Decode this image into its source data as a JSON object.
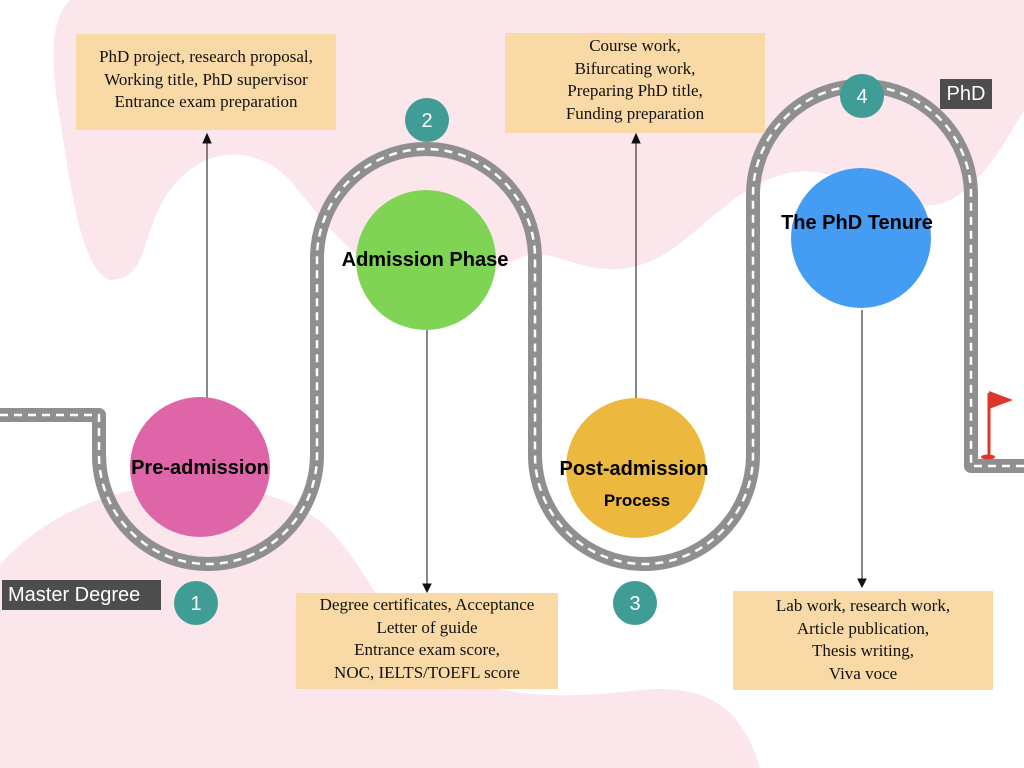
{
  "milestones": {
    "start_label": "Master Degree",
    "end_label": "PhD"
  },
  "phases": [
    {
      "number": "1",
      "title": "Pre-admission",
      "subtitle": "",
      "color": "#de66a8"
    },
    {
      "number": "2",
      "title": "Admission Phase",
      "subtitle": "",
      "color": "#80d455"
    },
    {
      "number": "3",
      "title": "Post-admission",
      "subtitle": "Process",
      "color": "#ecb93e"
    },
    {
      "number": "4",
      "title": "The PhD Tenure",
      "subtitle": "",
      "color": "#459df3"
    }
  ],
  "notes": {
    "pre_admission": [
      "PhD project, research proposal,",
      "Working title, PhD supervisor",
      "Entrance exam preparation"
    ],
    "admission": [
      "Degree certificates, Acceptance",
      "Letter of guide",
      "Entrance exam score,",
      "NOC, IELTS/TOEFL score"
    ],
    "post_admission": [
      "Course work,",
      "Bifurcating work,",
      "Preparing PhD title,",
      "Funding preparation"
    ],
    "tenure": [
      "Lab work, research work,",
      "Article publication,",
      "Thesis writing,",
      "Viva voce"
    ]
  },
  "colors": {
    "road": "#8f8f8f",
    "road_dash": "#ffffff",
    "number_badge": "#3f9d95",
    "note_box": "#f9d9a6",
    "tag": "#4d4d4d",
    "flag": "#e0352b",
    "blob": "#fbe6ec"
  }
}
